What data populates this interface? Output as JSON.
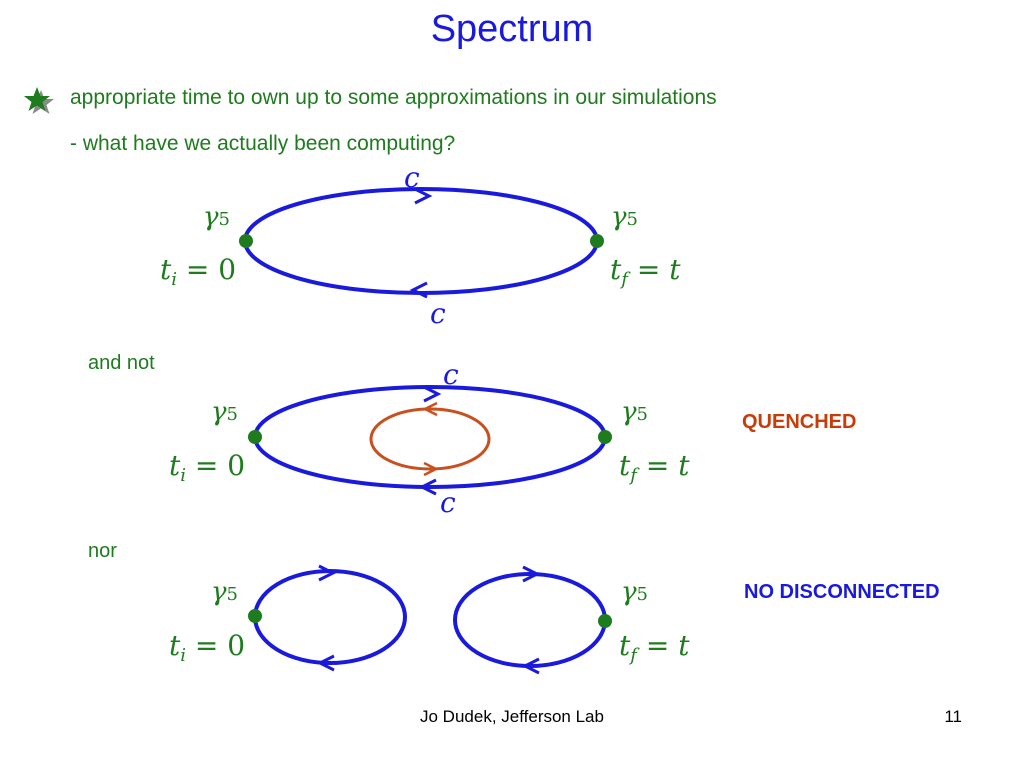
{
  "slide": {
    "title": "Spectrum",
    "bullet": "appropriate time to own up to some approximations in our simulations",
    "subline": "- what have we actually been computing?",
    "and_not": "and not",
    "nor": "nor",
    "quenched_label": "QUENCHED",
    "disconnected_label": "NO DISCONNECTED",
    "footer_author": "Jo Dudek, Jefferson Lab",
    "page_number": "11"
  },
  "diagram_labels": {
    "quark": "c",
    "gamma": "γ",
    "gamma_sub": "5",
    "t": "t",
    "ti_sub": "i",
    "tf_sub": "f",
    "eq_zero": " = 0",
    "eq_t": " = t"
  },
  "colors": {
    "title": "#1a1adc",
    "text_green": "#1e7b1e",
    "quark_line": "#1a1adc",
    "vertex_dot": "#1e7b1e",
    "quenched_loop": "#c8501e",
    "quenched_label": "#c83c0a",
    "disconnected_label": "#1a1adc"
  },
  "icons": {
    "bullet": "star-icon"
  }
}
